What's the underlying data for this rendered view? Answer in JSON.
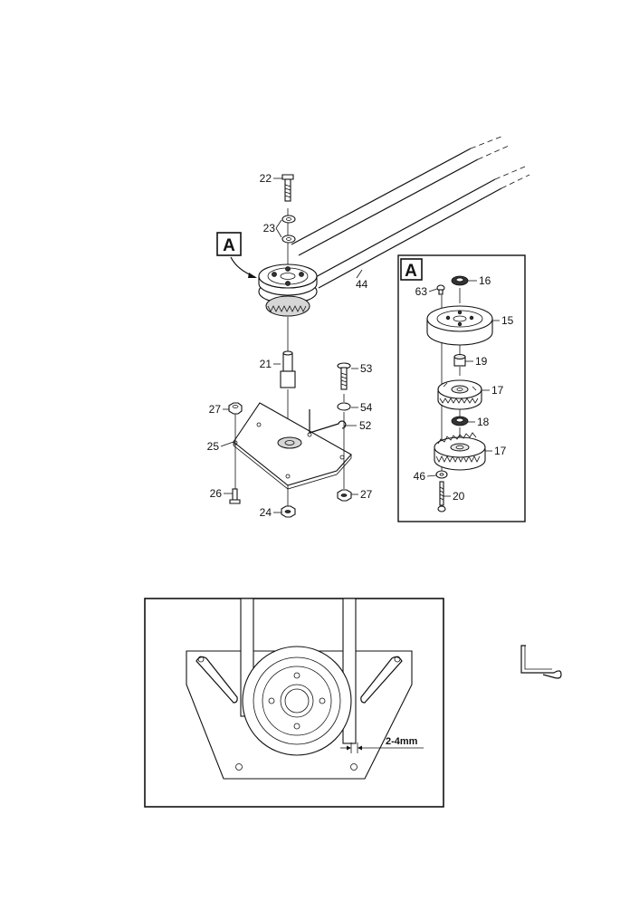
{
  "part_labels": {
    "p22": "22",
    "p23": "23",
    "p44": "44",
    "p21": "21",
    "p53": "53",
    "p27a": "27",
    "p54": "54",
    "p52": "52",
    "p25": "25",
    "p26": "26",
    "p27b": "27",
    "p24": "24",
    "p16": "16",
    "p63": "63",
    "p15": "15",
    "p19": "19",
    "p17a": "17",
    "p18": "18",
    "p17b": "17",
    "p46": "46",
    "p20": "20"
  },
  "callouts": {
    "detail_main": "A",
    "detail_box": "A"
  },
  "dimension": {
    "gap": "2-4mm"
  }
}
